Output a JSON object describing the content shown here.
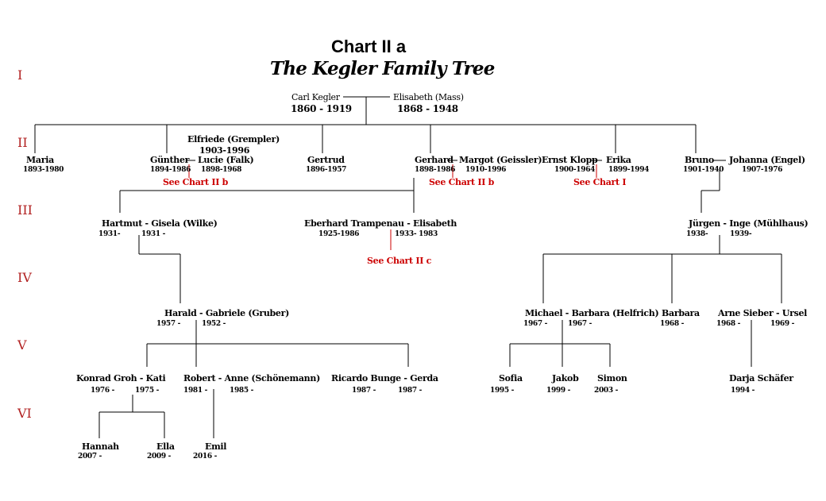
{
  "title": "Chart II a",
  "subtitle": "The Kegler Family Tree",
  "colors": {
    "line": "#000000",
    "link": "#cc0000",
    "generation": "#b22222"
  },
  "generations": [
    "I",
    "II",
    "III",
    "IV",
    "V",
    "VI"
  ],
  "root": {
    "husband": {
      "name": "Carl Kegler",
      "dates": "1860 - 1919"
    },
    "wife": {
      "name": "Elisabeth (Mass)",
      "dates": "1868 - 1948"
    }
  },
  "gen2": {
    "maria": {
      "name": "Maria",
      "dates": "1893-1980"
    },
    "guenther": {
      "name": "Günther",
      "dates": "1894-1986"
    },
    "elfriede": {
      "name": "Elfriede (Grempler)",
      "dates": "1903-1996"
    },
    "lucie": {
      "name": "Lucie (Falk)",
      "dates": "1898-1968"
    },
    "gertrud": {
      "name": "Gertrud",
      "dates": "1896-1957"
    },
    "gerhard": {
      "name": "Gerhard",
      "dates": "1898-1986"
    },
    "margot": {
      "name": "Margot (Geissler)",
      "dates": "1910-1996"
    },
    "ernst": {
      "name": "Ernst  Klopp",
      "dates": "1900-1964"
    },
    "erika": {
      "name": "Erika",
      "dates": "1899-1994"
    },
    "bruno": {
      "name": "Bruno",
      "dates": "1901-1940"
    },
    "johanna": {
      "name": "Johanna (Engel)",
      "dates": "1907-1976"
    }
  },
  "gen3": {
    "hartmut_gisela": {
      "name": "Hartmut - Gisela (Wilke)",
      "dates1": "1931-",
      "dates2": "1931 -"
    },
    "eberhard_elisabeth": {
      "name": "Eberhard Trampenau - Elisabeth",
      "dates1": "1925-1986",
      "dates2": "1933- 1983"
    },
    "juergen_inge": {
      "name": "Jürgen - Inge (Mühlhaus)",
      "dates1": "1938-",
      "dates2": "1939-"
    }
  },
  "gen4": {
    "harald_gabriele": {
      "name": "Harald - Gabriele (Gruber)",
      "dates1": "1957 -",
      "dates2": "1952 -"
    },
    "michael_barbara": {
      "name": "Michael - Barbara (Helfrich)",
      "dates1": "1967 -",
      "dates2": "1967 -"
    },
    "barbara": {
      "name": "Barbara",
      "dates": "1968 -"
    },
    "arne_ursel": {
      "name": "Arne Sieber - Ursel",
      "dates1": "1968 -",
      "dates2": "1969 -"
    }
  },
  "gen5": {
    "konrad_kati": {
      "name": "Konrad Groh - Kati",
      "dates1": "1976 -",
      "dates2": "1975 -"
    },
    "robert_anne": {
      "name": "Robert - Anne (Schönemann)",
      "dates1": "1981 -",
      "dates2": "1985 -"
    },
    "ricardo_gerda": {
      "name": "Ricardo Bunge - Gerda",
      "dates1": "1987 -",
      "dates2": "1987 -"
    },
    "sofia": {
      "name": "Sofia",
      "dates": "1995 -"
    },
    "jakob": {
      "name": "Jakob",
      "dates": "1999 -"
    },
    "simon": {
      "name": "Simon",
      "dates": "2003 -"
    },
    "darja": {
      "name": "Darja Schäfer",
      "dates": "1994 -"
    }
  },
  "gen6": {
    "hannah": {
      "name": "Hannah",
      "dates": "2007 -"
    },
    "ella": {
      "name": "Ella",
      "dates": "2009 -"
    },
    "emil": {
      "name": "Emil",
      "dates": "2016 -"
    }
  },
  "links": {
    "guenther": "See Chart II b",
    "gerhard": "See Chart II b",
    "erika": "See Chart I",
    "elisabeth": "See Chart II c"
  }
}
